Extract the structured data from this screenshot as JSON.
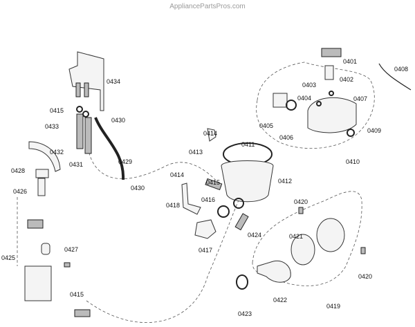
{
  "watermark": "AppliancePartsPros.com",
  "labels": [
    "0401",
    "0402",
    "0403",
    "0404",
    "0405",
    "0406",
    "0407",
    "0408",
    "0409",
    "0410",
    "0411",
    "0412",
    "0413",
    "0414",
    "0415",
    "0434",
    "0415",
    "0430",
    "0433",
    "0432",
    "0431",
    "0429",
    "0430",
    "0428",
    "0426",
    "0414",
    "0418",
    "0416",
    "0417",
    "0424",
    "0420",
    "0421",
    "0422",
    "0423",
    "0419",
    "0420",
    "0425",
    "0427",
    "0415"
  ]
}
